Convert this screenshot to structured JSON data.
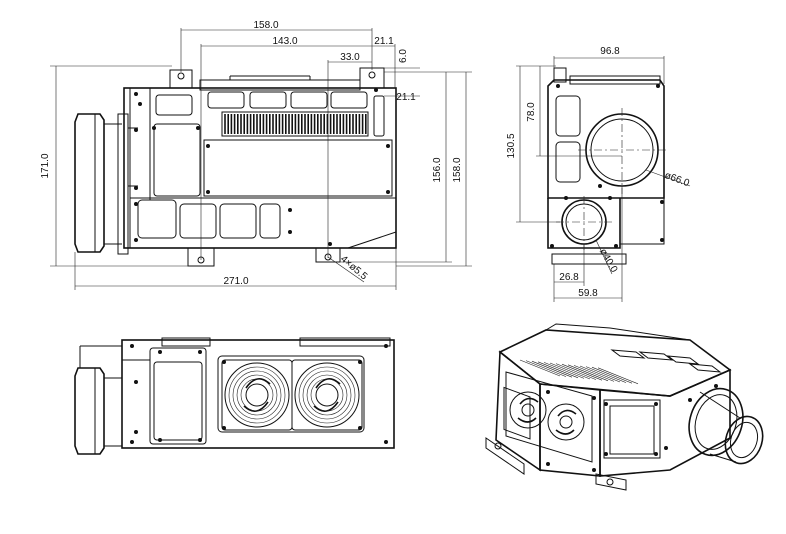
{
  "dimensions": {
    "front": {
      "top_1": "158.0",
      "top_2": "143.0",
      "top_3": "33.0",
      "top_4": "21.1",
      "top_5": "6.0",
      "right_small": "21.1",
      "left_height": "171.0",
      "right_1": "156.0",
      "right_2": "158.0",
      "bottom_width": "271.0",
      "hole_callout": "4×ø5.5"
    },
    "side": {
      "top_width": "96.8",
      "left_1": "78.0",
      "left_2": "130.5",
      "big_dia": "ø66.0",
      "small_dia": "ø40.0",
      "bottom_1": "26.8",
      "bottom_2": "59.8"
    }
  }
}
